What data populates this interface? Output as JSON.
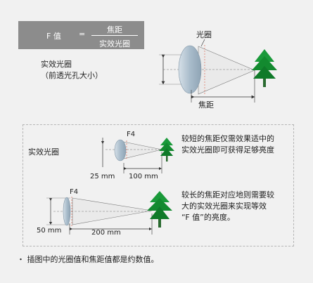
{
  "formula": {
    "lhs": "F 值",
    "equals": "=",
    "numerator": "焦距",
    "denominator": "实效光圈"
  },
  "top_diagram": {
    "aperture_label": "光圈",
    "focal_label": "焦距",
    "effective_aperture_title": "实效光圈",
    "effective_aperture_note": "（前透光孔大小）"
  },
  "comparison": {
    "title": "实效光圈",
    "short": {
      "f_label": "F4",
      "aperture_value": "25 mm",
      "focal_value": "100 mm",
      "caption_lines": [
        "较短的焦距仅需效果适中的",
        "实效光圈即可获得足够亮度"
      ]
    },
    "long": {
      "f_label": "F4",
      "aperture_value": "50 mm",
      "focal_value": "200 mm",
      "caption_lines": [
        "较长的焦距对应地则需要较",
        "大的实效光圈来实现等效",
        "“F 值”的亮度。"
      ]
    }
  },
  "footnote": "・ 插图中的光圈值和焦距值都是约数值。",
  "colors": {
    "background": "#f1f1f1",
    "formula_box": "#8c8c8c",
    "lens": "#a9bccb",
    "tree": "#138a2f",
    "ray": "#e07b6a"
  }
}
